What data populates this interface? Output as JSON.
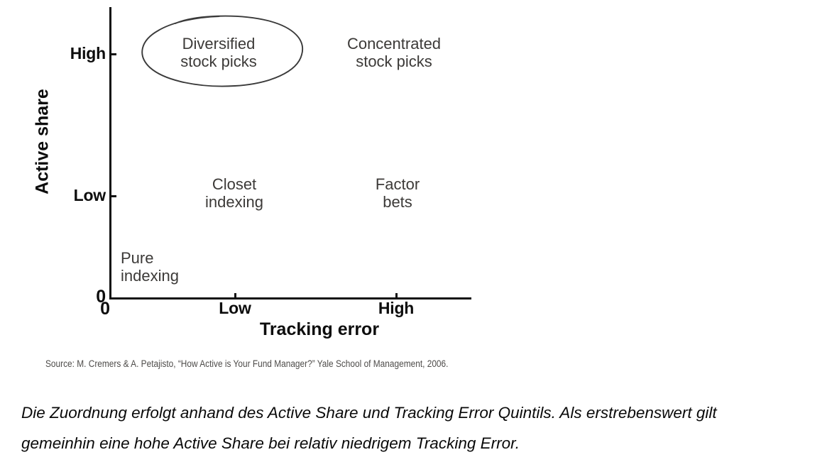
{
  "chart_data": {
    "type": "scatter",
    "title": "",
    "subtitle": "",
    "xlabel": "Tracking error",
    "ylabel": "Active share",
    "xticks": [
      "0",
      "Low",
      "High"
    ],
    "yticks": [
      "0",
      "Low",
      "High"
    ],
    "grid": false,
    "legend": "none",
    "annotations": [
      {
        "name": "highlight-ellipse",
        "shape": "hand-drawn-ellipse",
        "targets": "Diversified stock picks"
      }
    ],
    "quadrants": [
      {
        "id": "pure-indexing",
        "label": "Pure\nindexing",
        "tracking_error": "0",
        "active_share": "0"
      },
      {
        "id": "closet-indexing",
        "label": "Closet\nindexing",
        "tracking_error": "Low",
        "active_share": "Low"
      },
      {
        "id": "factor-bets",
        "label": "Factor\nbets",
        "tracking_error": "High",
        "active_share": "Low"
      },
      {
        "id": "diversified-stock-picks",
        "label": "Diversified\nstock picks",
        "tracking_error": "Low",
        "active_share": "High"
      },
      {
        "id": "concentrated-stock-picks",
        "label": "Concentrated\nstock picks",
        "tracking_error": "High",
        "active_share": "High"
      }
    ]
  },
  "figure": {
    "axis_y": {
      "title": "Active share",
      "tick_high": "High",
      "tick_low": "Low",
      "tick_zero": "0"
    },
    "axis_x": {
      "title": "Tracking error",
      "tick_high": "High",
      "tick_low": "Low",
      "tick_zero": "0"
    },
    "quadrant_labels": {
      "diversified": "Diversified\nstock picks",
      "concentrated": "Concentrated\nstock picks",
      "closet": "Closet\nindexing",
      "factor": "Factor\nbets",
      "pure": "Pure\nindexing"
    },
    "source": "Source: M. Cremers & A. Petajisto, “How Active is Your Fund Manager?” Yale School of Management, 2006."
  },
  "caption": {
    "line1": "Die Zuordnung erfolgt anhand des Active Share und Tracking Error Quintils. Als erstrebenswert gilt",
    "line2": "gemeinhin eine hohe Active Share bei relativ niedrigem Tracking Error."
  },
  "colors": {
    "axis": "#111111",
    "tick_label": "#0d0d0d",
    "quadrant_label": "#3c3a38",
    "source": "#4e4c4a",
    "caption": "#0a0a0a",
    "background": "#ffffff"
  }
}
